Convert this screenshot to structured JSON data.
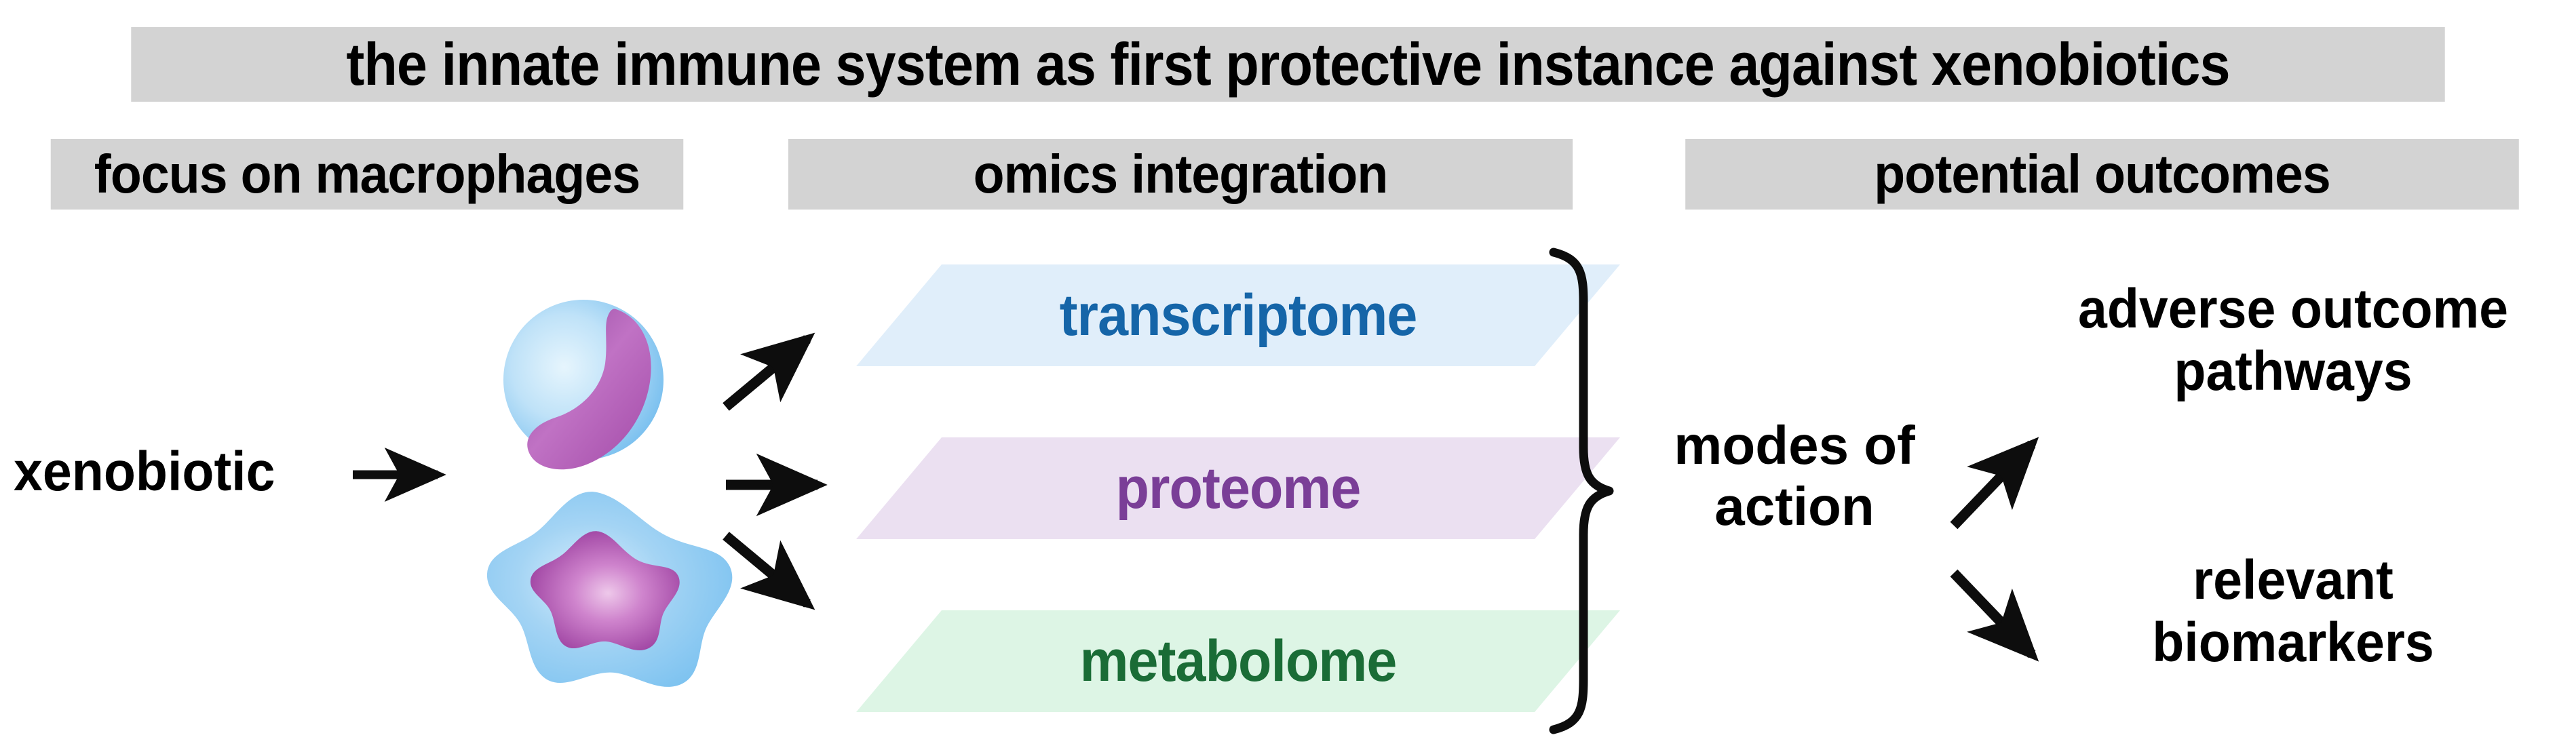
{
  "figure": {
    "title": "the innate immune system as first protective instance against xenobiotics",
    "columns": [
      {
        "id": "focus-on-macrophages",
        "label": "focus on macrophages"
      },
      {
        "id": "omics-integration",
        "label": "omics integration"
      },
      {
        "id": "potential-outcomes",
        "label": "potential outcomes"
      }
    ],
    "header_bg": "#d3d3d3",
    "background": "#ffffff",
    "ink": "#000000"
  },
  "input": {
    "label": "xenobiotic",
    "arrow": "arrow-right"
  },
  "cells": [
    {
      "id": "monocyte",
      "shape": "round",
      "cytoplasm_color": "#a8d4f2",
      "nucleus_color": "#b05cb0",
      "nucleus_shape": "kidney"
    },
    {
      "id": "macrophage",
      "shape": "star-amoeboid",
      "cytoplasm_color": "#8ec8f0",
      "nucleus_color": "#b35cb5",
      "nucleus_shape": "star"
    }
  ],
  "omics": {
    "layers": [
      {
        "id": "transcriptome",
        "label": "transcriptome",
        "fill": "#e0eefa",
        "text_color": "#1565a8"
      },
      {
        "id": "proteome",
        "label": "proteome",
        "fill": "#ebe0f1",
        "text_color": "#7a3e97"
      },
      {
        "id": "metabolome",
        "label": "metabolome",
        "fill": "#ddf5e5",
        "text_color": "#1a6c36"
      }
    ],
    "arrows": [
      "arrow-up-right",
      "arrow-right",
      "arrow-down-right"
    ]
  },
  "integration": {
    "brace": "right-curly-brace",
    "label": "modes of\naction",
    "arrows": [
      "arrow-up-right",
      "arrow-down-right"
    ]
  },
  "outcomes": [
    {
      "id": "adverse-outcome-pathways",
      "label": "adverse outcome\npathways"
    },
    {
      "id": "relevant-biomarkers",
      "label": "relevant\nbiomarkers"
    }
  ]
}
